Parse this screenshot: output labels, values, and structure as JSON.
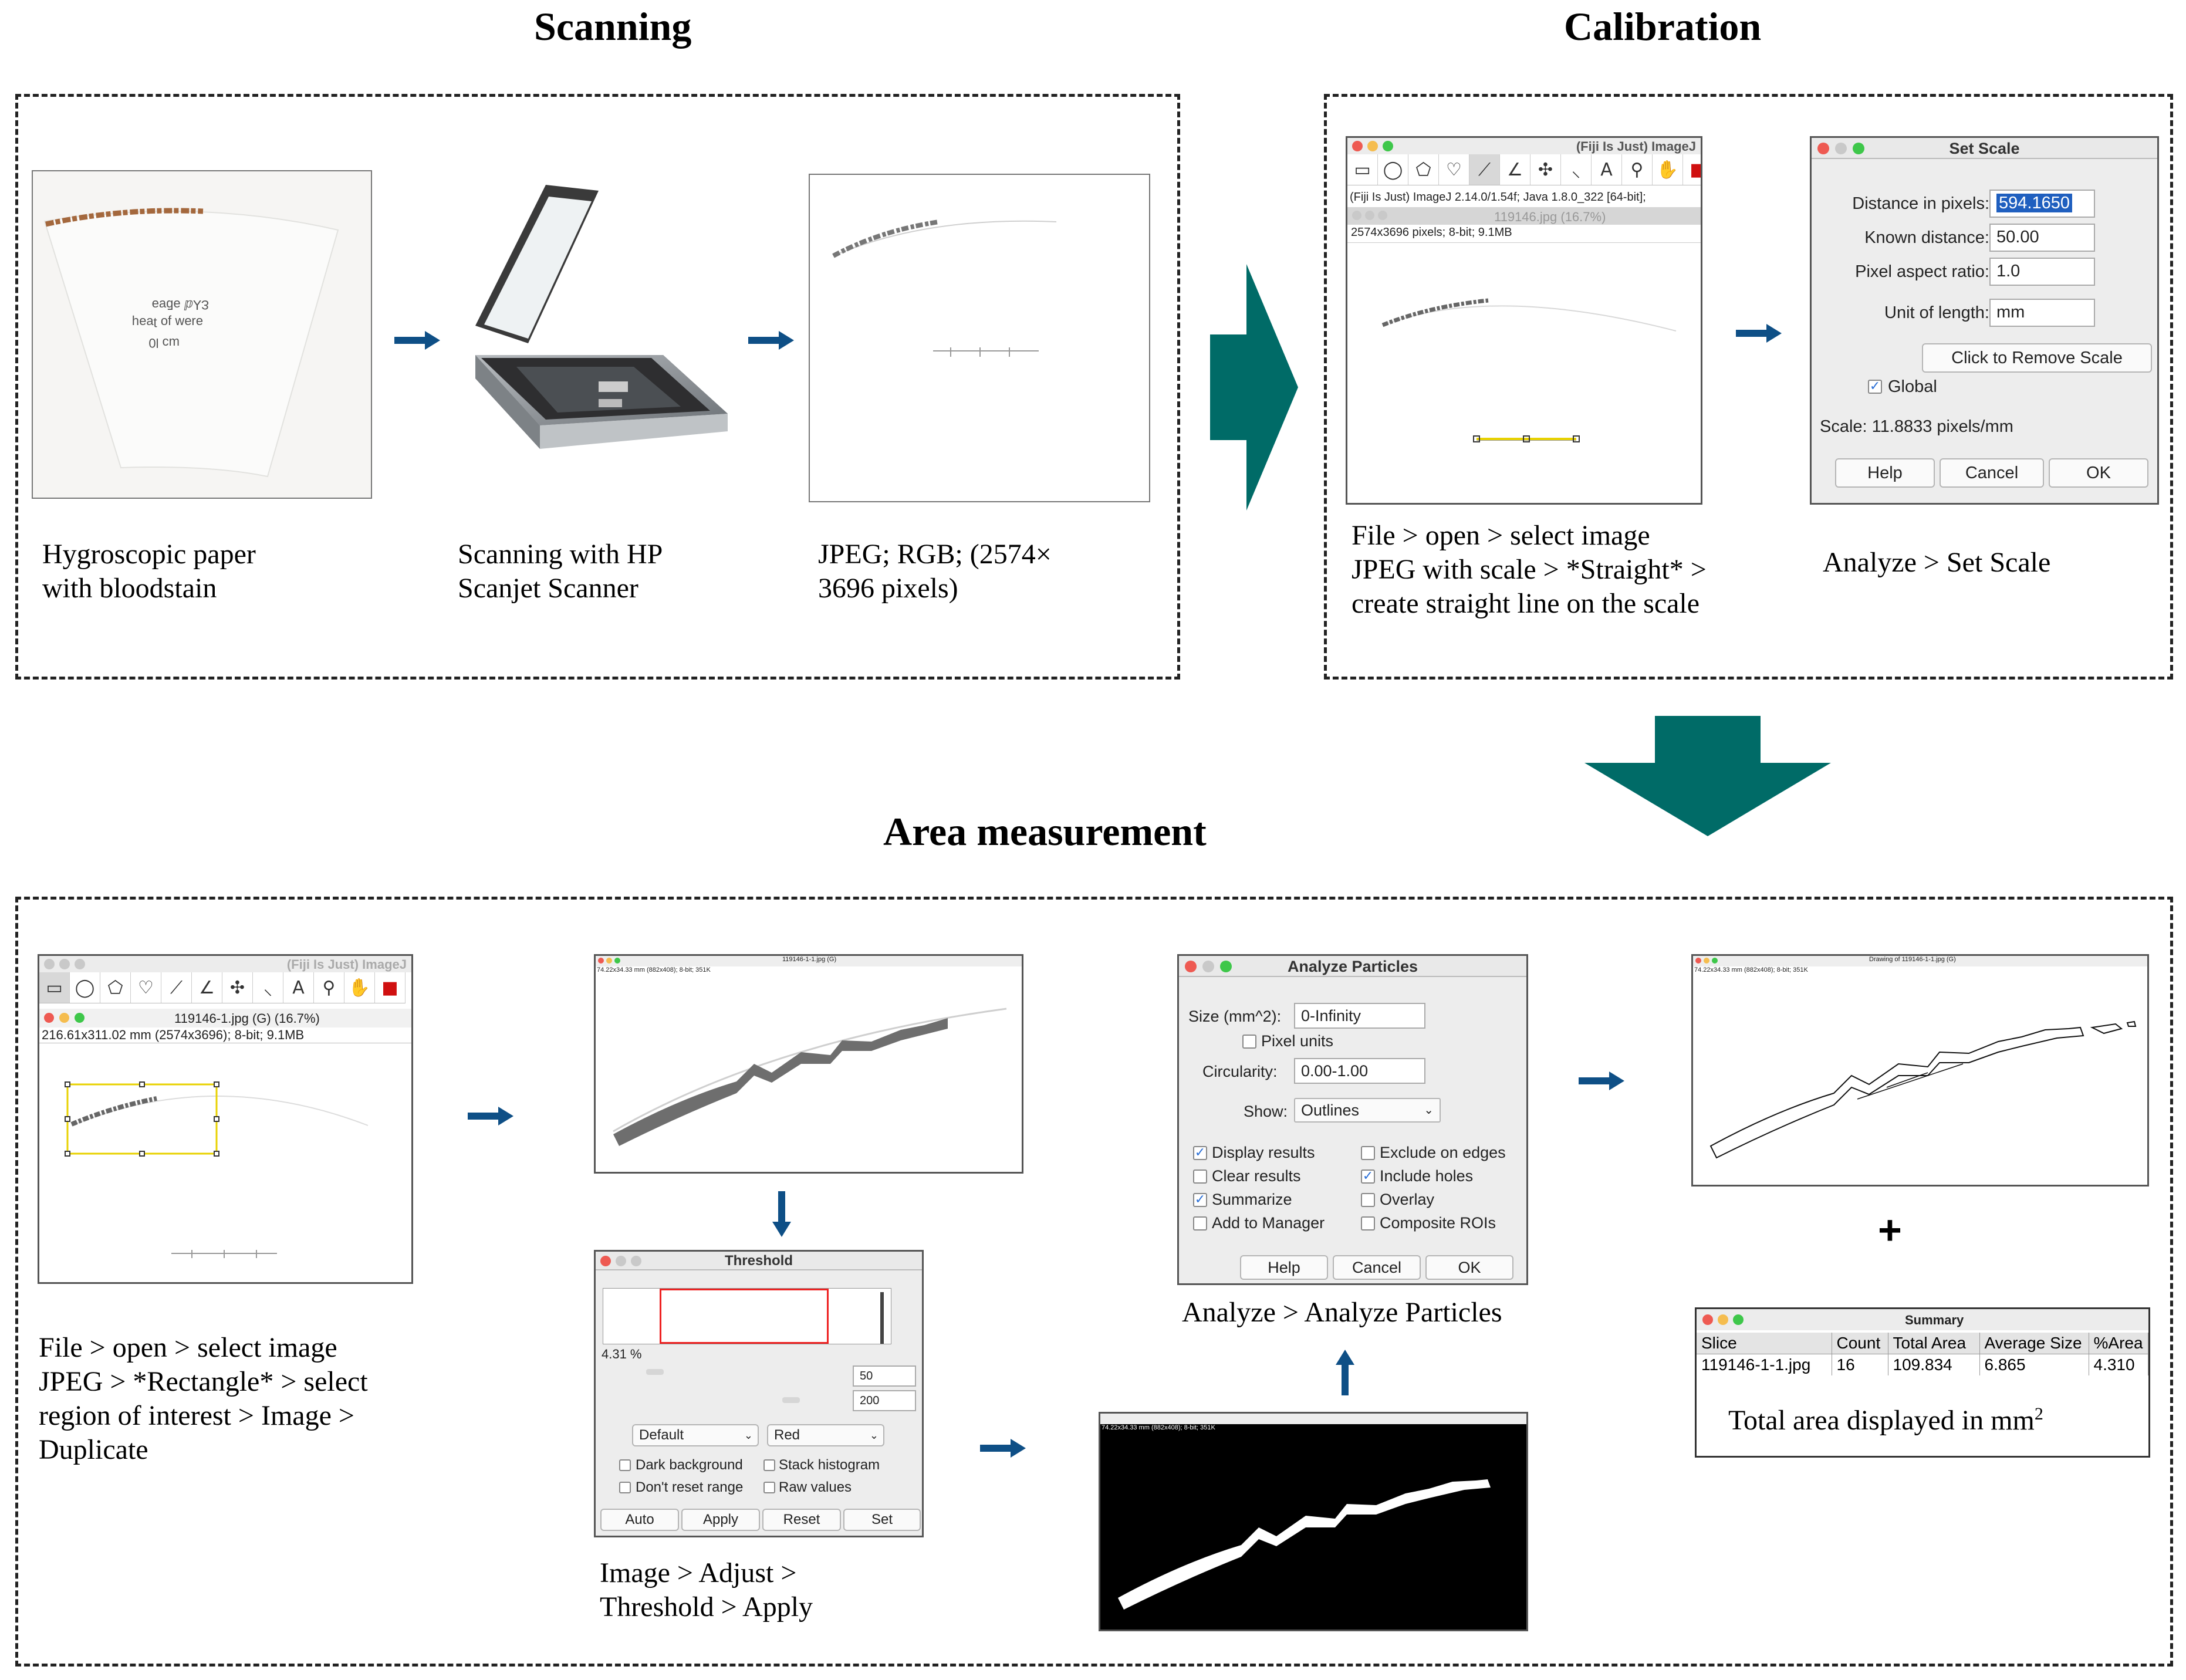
{
  "sections": {
    "scanning": "Scanning",
    "calibration": "Calibration",
    "area": "Area measurement"
  },
  "scanning": {
    "cap_paper": "Hygroscopic paper\nwith bloodstain",
    "cap_scanner": "Scanning with HP\nScanjet Scanner",
    "cap_jpeg": "JPEG; RGB; (2574×\n3696 pixels)",
    "paper_text": [
      "Ɛ⅄ⅆ ǝƃɐǝ",
      "ǝɹǝʍ ɟo ʇɐǝɥ",
      "ɯɔ Ɩ0"
    ]
  },
  "calibration": {
    "imagej_title": "(Fiji Is Just) ImageJ",
    "imagej_status": "(Fiji Is Just) ImageJ 2.14.0/1.54f; Java 1.8.0_322 [64-bit];",
    "img_title": "119146.jpg (16.7%)",
    "img_info": "2574x3696 pixels; 8-bit; 9.1MB",
    "cap_left": "File > open > select image\nJPEG with scale > *Straight* >\ncreate straight line on the scale",
    "cap_right": "Analyze > Set Scale",
    "set_scale": {
      "title": "Set Scale",
      "distance_label": "Distance in pixels:",
      "distance_value": "594.1650",
      "known_label": "Known distance:",
      "known_value": "50.00",
      "aspect_label": "Pixel aspect ratio:",
      "aspect_value": "1.0",
      "unit_label": "Unit of length:",
      "unit_value": "mm",
      "remove_button": "Click to Remove Scale",
      "global_label": "Global",
      "scale_text": "Scale: 11.8833 pixels/mm",
      "help": "Help",
      "cancel": "Cancel",
      "ok": "OK"
    }
  },
  "area": {
    "imagej_title": "(Fiji Is Just) ImageJ",
    "img_title": "119146-1.jpg (G) (16.7%)",
    "img_info": "216.61x311.02 mm (2574x3696); 8-bit; 9.1MB",
    "cap_select": "File > open > select image\nJPEG > *Rectangle* > select\nregion of interest > Image >\nDuplicate",
    "dup_info": "74.22x34.33 mm (882x408); 8-bit; 351K",
    "dup_title": "119146-1-1.jpg (G)",
    "threshold": {
      "title": "Threshold",
      "percent": "4.31 %",
      "min": "50",
      "max": "200",
      "method": "Default",
      "mode": "Red",
      "dark_bg": "Dark background",
      "stack_hist": "Stack histogram",
      "dont_reset": "Don't reset range",
      "raw_values": "Raw values",
      "auto": "Auto",
      "apply": "Apply",
      "reset": "Reset",
      "set": "Set"
    },
    "cap_threshold": "Image > Adjust >\nThreshold > Apply",
    "binary_info": "74.22x34.33 mm (882x408); 8-bit; 351K",
    "analyze": {
      "title": "Analyze Particles",
      "size_label": "Size (mm^2):",
      "size_value": "0-Infinity",
      "pixel_units": "Pixel units",
      "circ_label": "Circularity:",
      "circ_value": "0.00-1.00",
      "show_label": "Show:",
      "show_value": "Outlines",
      "display_results": "Display results",
      "clear_results": "Clear results",
      "summarize": "Summarize",
      "add_manager": "Add to Manager",
      "exclude_edges": "Exclude on edges",
      "include_holes": "Include holes",
      "overlay": "Overlay",
      "composite": "Composite ROIs",
      "help": "Help",
      "cancel": "Cancel",
      "ok": "OK"
    },
    "cap_analyze": "Analyze > Analyze Particles",
    "drawing_info": "74.22x34.33 mm (882x408); 8-bit; 351K",
    "drawing_title": "Drawing of 119146-1-1.jpg (G)",
    "plus": "+",
    "summary": {
      "title": "Summary",
      "headers": [
        "Slice",
        "Count",
        "Total Area",
        "Average Size",
        "%Area"
      ],
      "row": [
        "119146-1-1.jpg",
        "16",
        "109.834",
        "6.865",
        "4.310"
      ]
    },
    "cap_total": "Total area displayed in mm",
    "cap_total_sup": "2"
  },
  "colors": {
    "teal": "#006b67",
    "arrow_blue": "#0e4f86",
    "dashed_border": "#222222"
  }
}
